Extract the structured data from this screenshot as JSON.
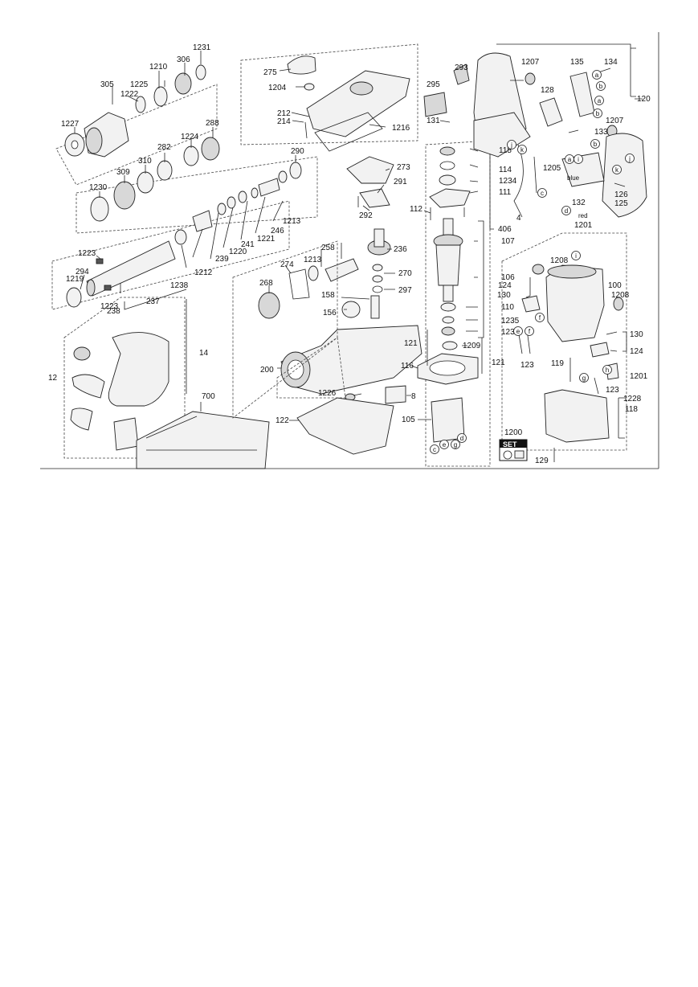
{
  "labels": {
    "l1231": "1231",
    "l306": "306",
    "l1210": "1210",
    "l1225": "1225",
    "l305": "305",
    "l1222": "1222",
    "l1227": "1227",
    "l288": "288",
    "l1224": "1224",
    "l282": "282",
    "l310": "310",
    "l309": "309",
    "l1230": "1230",
    "l290": "290",
    "l1213a": "1213",
    "l1221": "1221",
    "l246": "246",
    "l241": "241",
    "l1220": "1220",
    "l239": "239",
    "l1212": "1212",
    "l1223a": "1223",
    "l294": "294",
    "l1219": "1219",
    "l1223b": "1223",
    "l238": "238",
    "l237": "237",
    "l1238": "1238",
    "l14": "14",
    "l12": "12",
    "l700": "700",
    "l275": "275",
    "l1204": "1204",
    "l212": "212",
    "l214": "214",
    "l1216": "1216",
    "l273": "273",
    "l291": "291",
    "l292": "292",
    "l258": "258",
    "l274": "274",
    "l1213b": "1213",
    "l268": "268",
    "l236": "236",
    "l270": "270",
    "l297": "297",
    "l158": "158",
    "l156": "156",
    "l200": "200",
    "l1226": "1226",
    "l8": "8",
    "l122": "122",
    "l293": "293",
    "l295": "295",
    "l131": "131",
    "l115": "115",
    "l114": "114",
    "l1234": "1234",
    "l111": "111",
    "l112": "112",
    "l107": "107",
    "l106": "106",
    "l110": "110",
    "l1235": "1235",
    "l1236": "1236",
    "l121a": "121",
    "l1209": "1209",
    "l116": "116",
    "l121b": "121",
    "l105": "105",
    "l406": "406",
    "l1207a": "1207",
    "l135": "135",
    "l134": "134",
    "l128": "128",
    "l120": "120",
    "l1207b": "1207",
    "l133": "133",
    "l1205": "1205",
    "l4": "4",
    "l132": "132",
    "l126": "126",
    "l125": "125",
    "l1201a": "1201",
    "l1208a": "1208",
    "l100": "100",
    "l1208b": "1208",
    "l124a": "124",
    "l130a": "130",
    "l130b": "130",
    "l124b": "124",
    "l123a": "123",
    "l119": "119",
    "l1201b": "1201",
    "l123b": "123",
    "l1228": "1228",
    "l118": "118",
    "l129": "129",
    "l1200": "1200",
    "blue": "blue",
    "red": "red",
    "set": "SET"
  },
  "letters": [
    "a",
    "b",
    "c",
    "d",
    "e",
    "f",
    "g",
    "h",
    "i",
    "j",
    "k"
  ]
}
